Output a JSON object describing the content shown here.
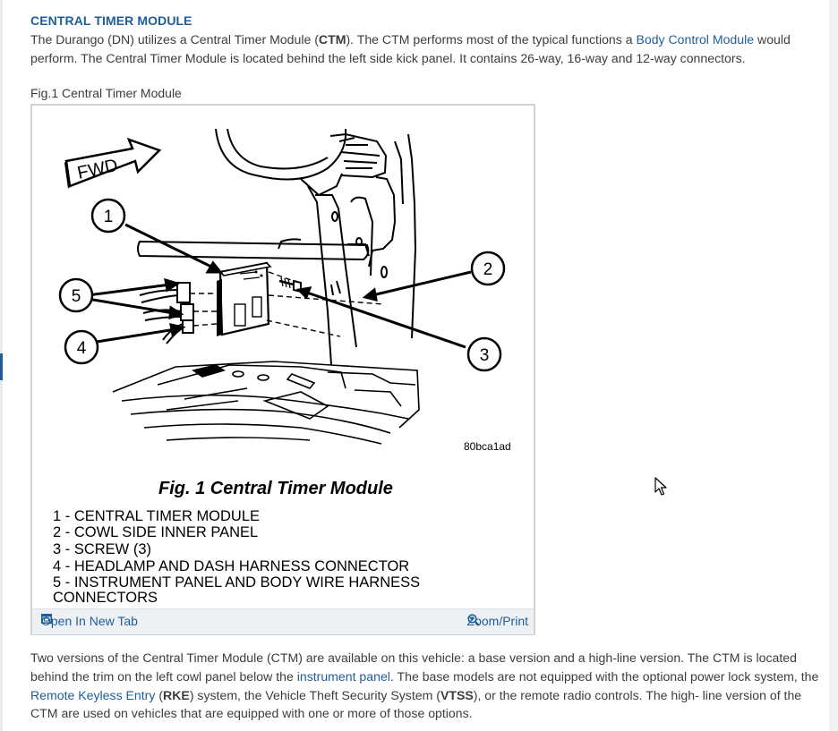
{
  "heading": "CENTRAL TIMER MODULE",
  "intro": {
    "t1": " The Durango (DN) utilizes a Central Timer Module (",
    "t2": "CTM",
    "t3": "). The CTM performs most of the typical functions a ",
    "link1": "Body Control Module",
    "t4": " would perform. The Central Timer Module is located behind the left side kick panel. It contains 26-way, 16-way and 12-way connectors."
  },
  "figure": {
    "caption": "Fig.1 Central Timer Module",
    "fwd_label": "FWD",
    "image_code": "80bca1ad",
    "title": "Fig. 1 Central Timer Module",
    "callouts": [
      "1",
      "2",
      "3",
      "4",
      "5"
    ],
    "legend": [
      "1 - CENTRAL TIMER MODULE",
      "2 - COWL SIDE INNER PANEL",
      "3 - SCREW (3)",
      "4 - HEADLAMP AND DASH HARNESS CONNECTOR",
      "5 - INSTRUMENT PANEL AND BODY WIRE HARNESS",
      "CONNECTORS"
    ],
    "open_tab_label": "Open In New Tab",
    "zoom_label": "Zoom/Print"
  },
  "body": {
    "t1": " Two versions of the Central Timer Module (CTM) are available on this vehicle: a base version and a high-line version. The CTM is located behind the trim on the left cowl panel below the ",
    "link1": "instrument panel",
    "t2": ". The base models are not equipped with the optional power lock system, the ",
    "link2": "Remote Keyless Entry",
    "t3": " (",
    "b1": "RKE",
    "t4": ") system, the Vehicle Theft Security System (",
    "b2": "VTSS",
    "t5": "), or the remote radio controls. The high- line version of the CTM are used on vehicles that are equipped with one or more of those options."
  },
  "colors": {
    "link": "#1f5d99",
    "text": "#3c3c3c",
    "figure_border": "#cfd3d8"
  },
  "icons": [
    "open-new-tab-icon",
    "zoom-icon",
    "mouse-cursor-icon"
  ]
}
